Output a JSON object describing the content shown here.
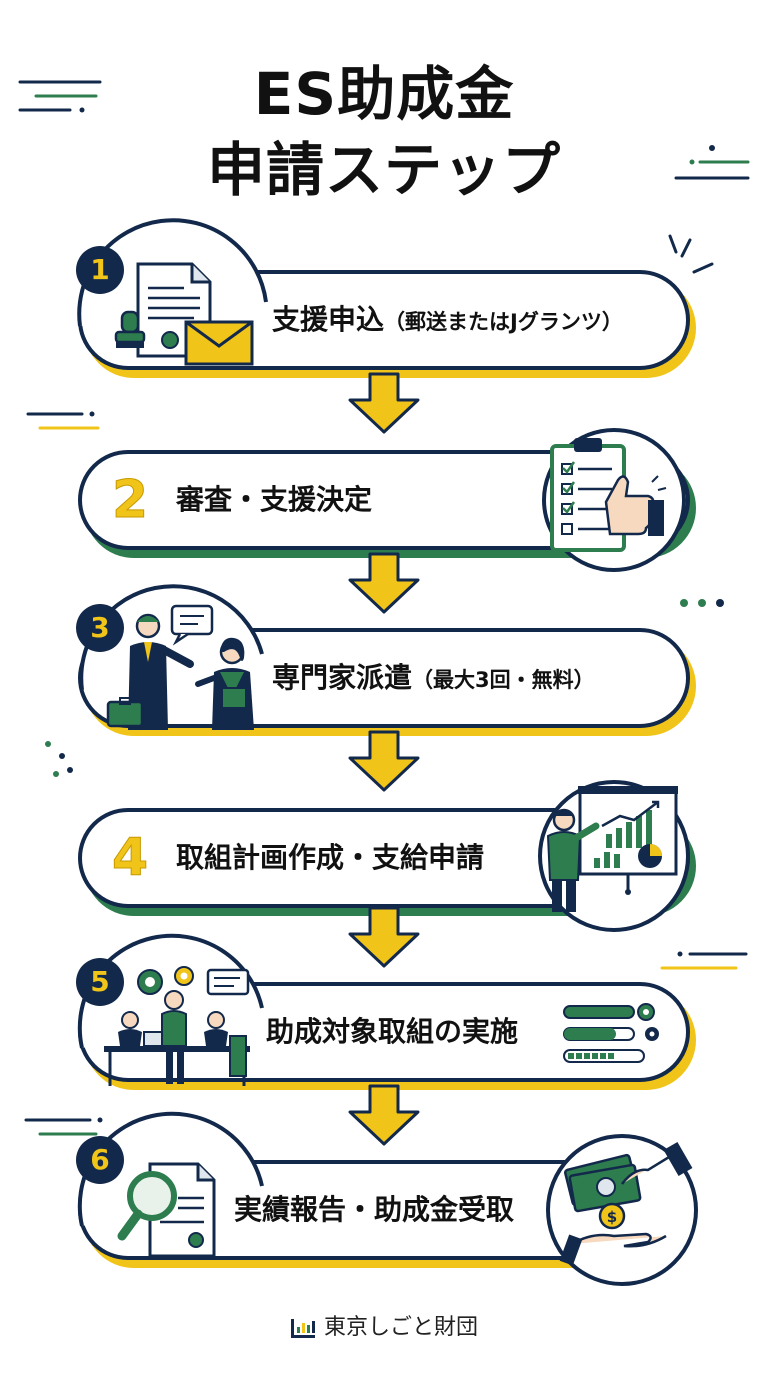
{
  "title": {
    "line1": "ES助成金",
    "line2": "申請ステップ"
  },
  "steps": [
    {
      "number": "1",
      "label": "支援申込",
      "note": "（郵送またはJグランツ）"
    },
    {
      "number": "2",
      "label": "審査・支援決定",
      "note": ""
    },
    {
      "number": "3",
      "label": "専門家派遣",
      "note": "（最大3回・無料）"
    },
    {
      "number": "4",
      "label": "取組計画作成・支給申請",
      "note": ""
    },
    {
      "number": "5",
      "label": "助成対象取組の実施",
      "note": ""
    },
    {
      "number": "6",
      "label": "実績報告・助成金受取",
      "note": ""
    }
  ],
  "footer": {
    "organization": "東京しごと財団",
    "logo_icon": "bar-chart-logo-icon"
  },
  "colors": {
    "navy": "#13294b",
    "yellow": "#f0c419",
    "green": "#2e7d4f",
    "white": "#ffffff"
  }
}
